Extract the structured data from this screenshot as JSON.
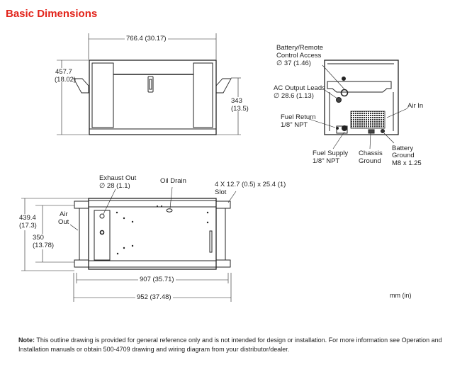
{
  "title": "Basic Dimensions",
  "front_view": {
    "width": "766.4 (30.17)",
    "height": [
      "457.7",
      "(18.02)"
    ],
    "mount_height": [
      "343",
      "(13.5)"
    ]
  },
  "side_view": {
    "battery_access": [
      "Battery/Remote",
      "Control Access",
      "∅ 37 (1.46)"
    ],
    "ac_output": [
      "AC Output Leads",
      "∅ 28.6 (1.13)"
    ],
    "fuel_return": [
      "Fuel Return",
      "1/8\" NPT"
    ],
    "air_in": "Air In",
    "fuel_supply": [
      "Fuel Supply",
      "1/8\" NPT"
    ],
    "chassis_ground": [
      "Chassis",
      "Ground"
    ],
    "battery_ground": [
      "Battery",
      "Ground",
      "M8 x 1.25"
    ]
  },
  "bottom_view": {
    "exhaust": [
      "Exhaust Out",
      "∅ 28 (1.1)"
    ],
    "oil_drain": "Oil Drain",
    "slot": [
      "4 X 12.7 (0.5) x 25.4 (1)",
      "Slot"
    ],
    "air_out": [
      "Air",
      "Out"
    ],
    "depth": [
      "439.4",
      "(17.3)"
    ],
    "mount_depth": [
      "350",
      "(13.78)"
    ],
    "mount_length": "907 (35.71)",
    "overall_length": "952 (37.48)"
  },
  "units": "mm (in)",
  "note": {
    "label": "Note:",
    "text": " This outline drawing is provided for general reference only and is not intended for design or installation. For more information see Operation and Installation manuals or obtain 500-4709 drawing and wiring diagram from your distributor/dealer."
  }
}
